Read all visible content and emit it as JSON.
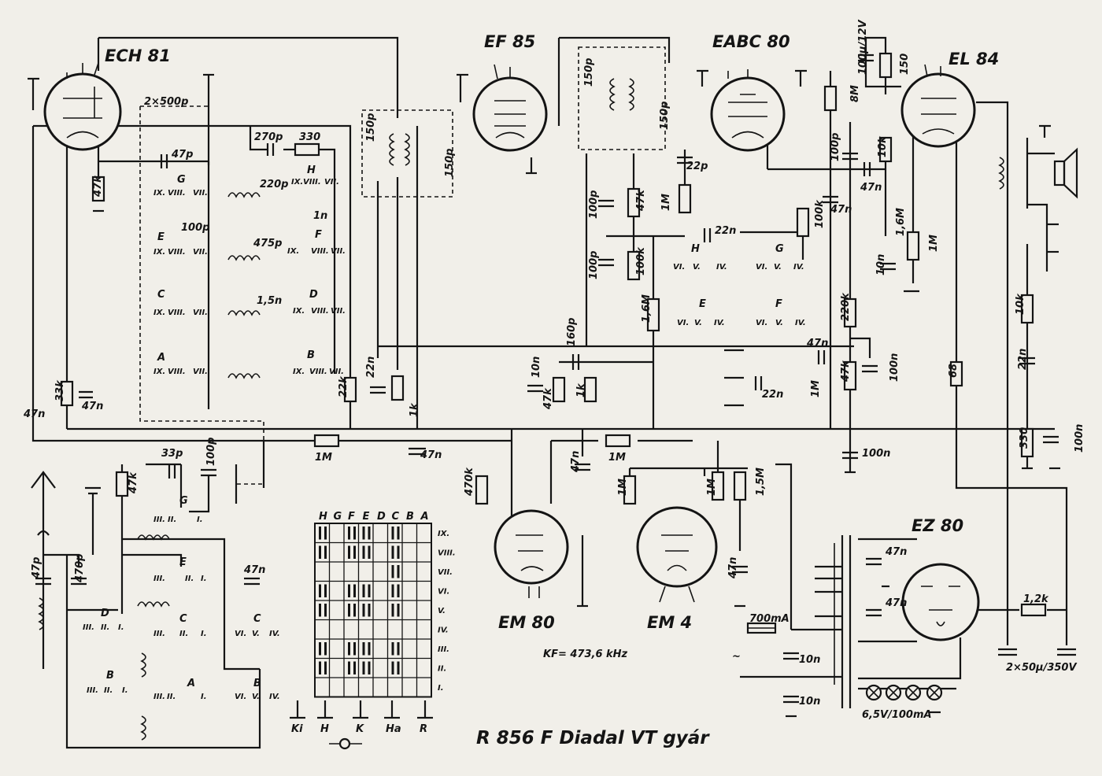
{
  "title": "R 856 F Diadal VT gyár",
  "note_if": "KF= 473,6 kHz",
  "tubes": {
    "ech81": "ECH 81",
    "ef85": "EF 85",
    "eabc80": "EABC 80",
    "el84": "EL 84",
    "em80": "EM 80",
    "em4": "EM 4",
    "ez80": "EZ 80"
  },
  "components": {
    "c_2x500p": "2×500p",
    "c_47p_osc": "47p",
    "r_47k_g": "47k",
    "c_270p": "270p",
    "r_330": "330",
    "c_220p": "220p",
    "c_1n": "1n",
    "c_100p_osc": "100p",
    "c_475p": "475p",
    "c_15n": "1,5n",
    "r_33k": "33k",
    "c_47n_agc": "47n",
    "c_150p_if1a": "150p",
    "c_150p_if1b": "150p",
    "r_22k": "22k",
    "c_22n_if": "22n",
    "r_1k_if": "1k",
    "c_150p_if2a": "150p",
    "c_150p_if2b": "150p",
    "c_22p": "22p",
    "c_100p_det": "100p",
    "r_47k_det": "47k",
    "r_1m_det": "1M",
    "c_22n_det": "22n",
    "c_100p_det2": "100p",
    "r_100k_det": "100k",
    "r_16m_em": "1,6M",
    "c_160p": "160p",
    "c_10n_det": "10n",
    "r_47k_em": "47k",
    "r_1k_em": "1k",
    "r_1m_agc": "1M",
    "c_47n_agc2": "47n",
    "r_100k_b": "100k",
    "c_22n_b": "22n",
    "c_47n_vol": "47n",
    "r_1m_vol": "1M",
    "r_8m": "8M",
    "c_100p_a": "100p",
    "c_47n_a": "47n",
    "c_100u_12v": "100μ/12V",
    "r_150": "150",
    "r_10k_g": "10k",
    "c_47n_cpl": "47n",
    "r_16m_tone": "1,6M",
    "c_10n_tone": "10n",
    "r_1m_g": "1M",
    "r_220k": "220k",
    "r_47k_b": "47k",
    "c_100n_a": "100n",
    "c_100n_b": "100n",
    "r_68": "68",
    "r_10k_out": "10k",
    "c_22n_out": "22n",
    "r_330_out": "330",
    "c_100n_out": "100n",
    "r_1m_em": "1M",
    "c_47n_em": "47n",
    "r_470k": "470k",
    "c_47n_em80": "47n",
    "r_1m_em4": "1M",
    "r_1m_em4b": "1M",
    "r_15m": "1,5M",
    "c_47n_em4": "47n",
    "c_47n_ant": "47n",
    "r_47k_ant": "47k",
    "c_33p": "33p",
    "c_100p_ant": "100p",
    "c_47p_ant": "47p",
    "c_470p_ant": "470p",
    "c_47n_rf": "47n",
    "c_47n_ps1": "47n",
    "c_47n_ps2": "47n",
    "fuse_700ma": "700mA",
    "c_10n_ps1": "10n",
    "c_10n_ps2": "10n",
    "r_12k": "1,2k",
    "c_2x50u": "2×50μ/350V",
    "lamps": "6,5V/100mA"
  },
  "switch_letters": {
    "g": "G",
    "e": "E",
    "c": "C",
    "a": "A",
    "h": "H",
    "f": "F",
    "d": "D",
    "b": "B"
  },
  "switch_grid": {
    "columns": [
      "H",
      "G",
      "F",
      "E",
      "D",
      "C",
      "B",
      "A"
    ],
    "rows": [
      "IX.",
      "VIII.",
      "VII.",
      "VI.",
      "V.",
      "IV.",
      "III.",
      "II.",
      "I."
    ]
  },
  "switch_positions": {
    "ix": "IX.",
    "viii": "VIII.",
    "vii": "VII.",
    "vi": "VI.",
    "v": "V.",
    "iv": "IV.",
    "iii": "III.",
    "ii": "II.",
    "i": "I."
  },
  "keys": [
    "Ki",
    "H",
    "K",
    "Ha",
    "R"
  ]
}
